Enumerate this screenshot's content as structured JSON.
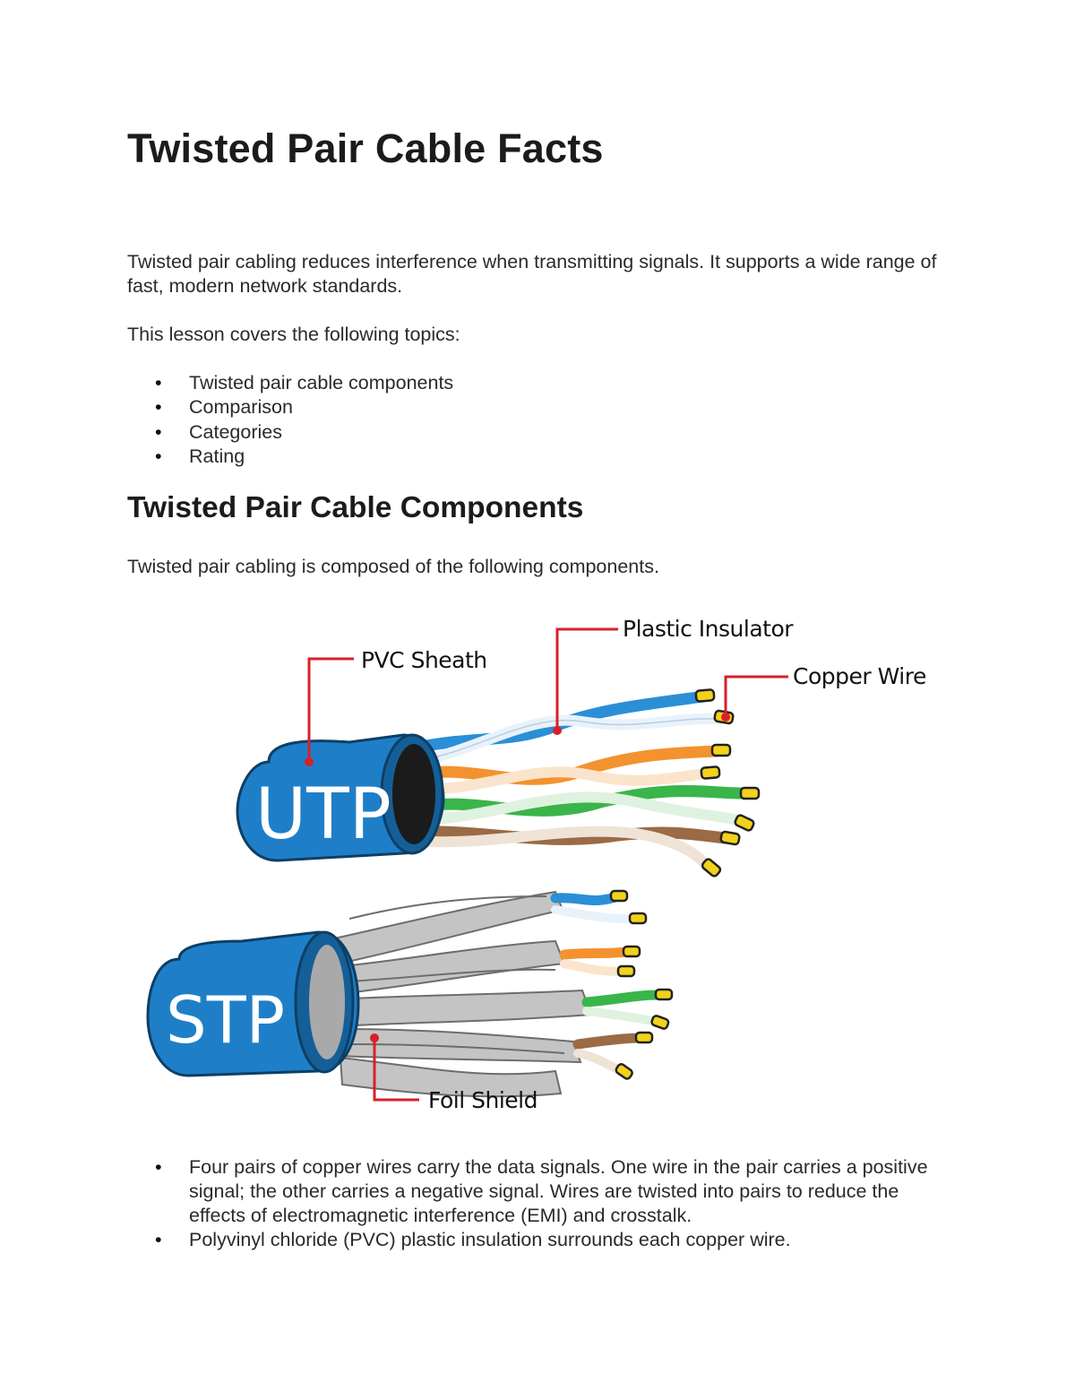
{
  "document": {
    "title": "Twisted Pair Cable Facts",
    "intro": "Twisted pair cabling reduces interference when transmitting signals. It supports a wide range of fast, modern network standards.",
    "lesson_intro": "This lesson covers the following topics:",
    "topics": [
      "Twisted pair cable components",
      "Comparison",
      "Categories",
      "Rating"
    ],
    "section_heading": "Twisted Pair Cable Components",
    "section_intro": "Twisted pair cabling is composed of the following components.",
    "bullets": [
      "Four pairs of copper wires carry the data signals. One wire in the pair carries a positive signal; the other carries a negative signal. Wires are twisted into pairs to reduce the effects of electromagnetic interference (EMI) and crosstalk.",
      "Polyvinyl chloride (PVC) plastic insulation surrounds each copper wire."
    ]
  },
  "diagram": {
    "labels": {
      "pvc_sheath": "PVC Sheath",
      "plastic_insulator": "Plastic Insulator",
      "copper_wire": "Copper Wire",
      "foil_shield": "Foil Shield"
    },
    "cables": {
      "utp": "UTP",
      "stp": "STP"
    },
    "colors": {
      "jacket": "#1e7fc8",
      "leader": "#d8202a",
      "blue_pair": "#2a8fd6",
      "orange_pair": "#f3922e",
      "green_pair": "#3ab54a",
      "brown_pair": "#9a6b45",
      "foil": "#b9b9b9",
      "copper_tip": "#f2d21a"
    }
  }
}
